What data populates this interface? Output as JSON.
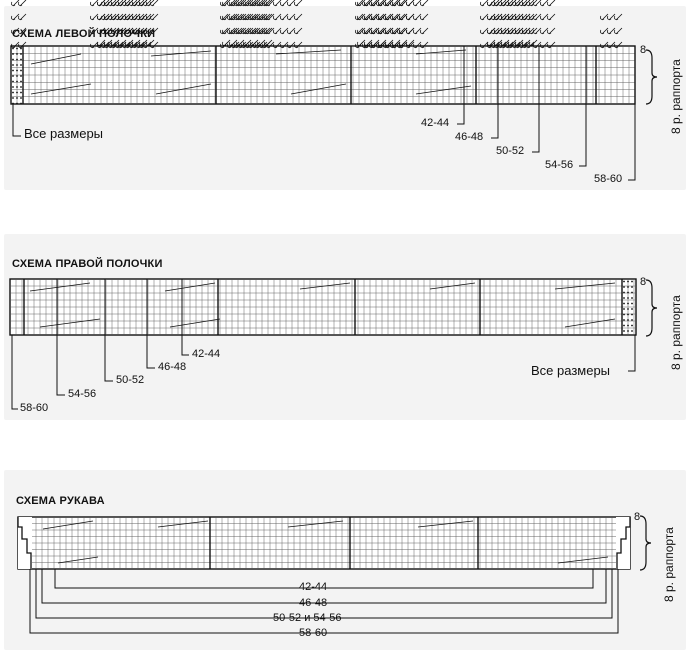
{
  "left_front": {
    "title": "СХЕМА ЛЕВОЙ ПОЛОЧКИ",
    "all_sizes": "Все размеры",
    "row_count": "8",
    "repeat_label": "8 р. раппорта",
    "sizes": [
      "42-44",
      "46-48",
      "50-52",
      "54-56",
      "58-60"
    ]
  },
  "right_front": {
    "title": "СХЕМА ПРАВОЙ ПОЛОЧКИ",
    "all_sizes": "Все размеры",
    "row_count": "8",
    "repeat_label": "8 р. раппорта",
    "sizes": [
      "42-44",
      "46-48",
      "50-52",
      "54-56",
      "58-60"
    ]
  },
  "sleeve": {
    "title": "СХЕМА РУКАВА",
    "row_count": "8",
    "repeat_label": "8 р. раппорта",
    "sizes": [
      "42-44",
      "46-48",
      "50-52  и  54-56",
      "58-60"
    ]
  }
}
